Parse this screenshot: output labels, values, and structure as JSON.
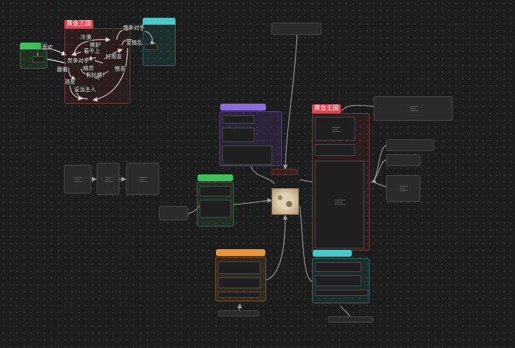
{
  "groups": {
    "top_left": {
      "title": "黄金王国"
    },
    "right": {
      "title": "黄金王国"
    }
  },
  "relation_labels": {
    "like": "喜欢",
    "cold": "冷漠",
    "competitor_top": "竞争对手",
    "jealous": "嫉妒",
    "look_down": "看不上",
    "competitor_mid": "竞争对手",
    "good_friend": "好朋友",
    "mess": "爱捣乱",
    "follow": "跟着",
    "crush": "暗恋",
    "goodwill": "有好感?",
    "drinking_buddy": "酒友",
    "no_owner": "没当主人",
    "hate": "憎恶"
  },
  "colors": {
    "green": "#3fbf5a",
    "cyan": "#4bc9c9",
    "purple": "#8e6bd9",
    "orange": "#e8963a",
    "red": "#e0424e",
    "wire": "#9a9a9a"
  }
}
